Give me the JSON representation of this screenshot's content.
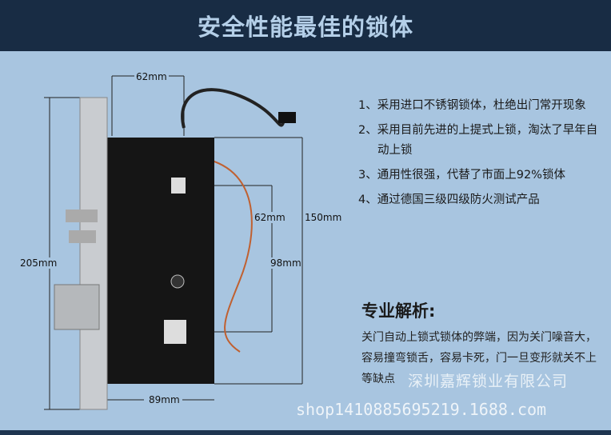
{
  "header": {
    "title": "安全性能最佳的锁体"
  },
  "dimensions": {
    "top_width": "62mm",
    "height_total": "205mm",
    "body_height": "150mm",
    "spindle_to_cyl": "62mm",
    "spindle_to_lower": "98mm",
    "bottom_width": "89mm"
  },
  "features": [
    "1、采用进口不锈钢锁体，杜绝出门常开现象",
    "2、采用目前先进的上提式上锁，淘汰了早年自动上锁",
    "3、通用性很强，代替了市面上92%锁体",
    "4、通过德国三级四级防火测试产品"
  ],
  "analysis": {
    "title": "专业解析:",
    "text": "关门自动上锁式锁体的弊端，因为关门噪音大，容易撞弯锁舌，容易卡死，门一旦变形就关不上等缺点"
  },
  "watermark": {
    "company": "深圳嘉辉锁业有限公司",
    "url": "shop1410885695219.1688.com"
  }
}
